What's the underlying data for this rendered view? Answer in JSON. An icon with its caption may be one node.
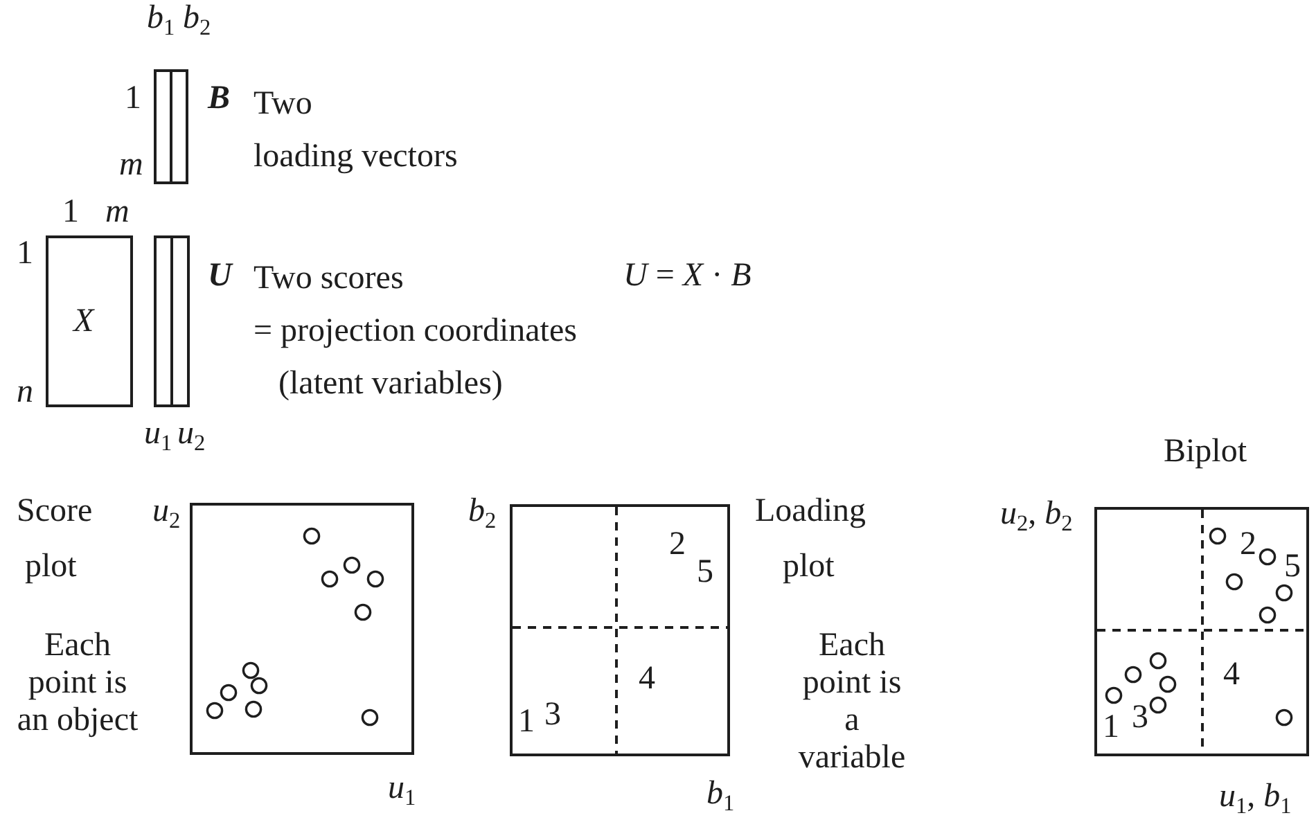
{
  "diagram": {
    "nodes": [
      {
        "text": [],
        "shape": "box",
        "beside": [
          "B"
        ]
      },
      {
        "text": [
          "X"
        ]
      },
      {
        "text": [],
        "shape": "box",
        "beside": [
          "U"
        ]
      },
      {
        "text": [],
        "shape": "box"
      },
      {
        "text": [
          "2",
          "5",
          "4",
          "1",
          "3"
        ]
      },
      {
        "text": [
          "2",
          "5",
          "4",
          "1",
          "3"
        ]
      }
    ],
    "edges": [],
    "labels": [
      "*b*$_{1}$",
      "*b*$_{2}$",
      "1",
      "*m*",
      "Two",
      "loading vectors",
      "1",
      "*m*",
      "1",
      "*n*",
      "Two scores",
      "= projection coordinates",
      "(latent variables)",
      "*U* = *X* · *B*",
      "*u*$_{1}$",
      "*u*$_{2}$",
      "Biplot",
      "Score",
      "plot",
      "*u*$_{2}$",
      "Each point is an object",
      "*b*$_{2}$",
      "Loading",
      "plot",
      "Each point is a variable",
      "*u*$_{2}$, *b*$_{2}$",
      "*u*$_{1}$",
      "*b*$_{1}$",
      "*u*$_{1}$, *b*$_{1}$"
    ]
  }
}
